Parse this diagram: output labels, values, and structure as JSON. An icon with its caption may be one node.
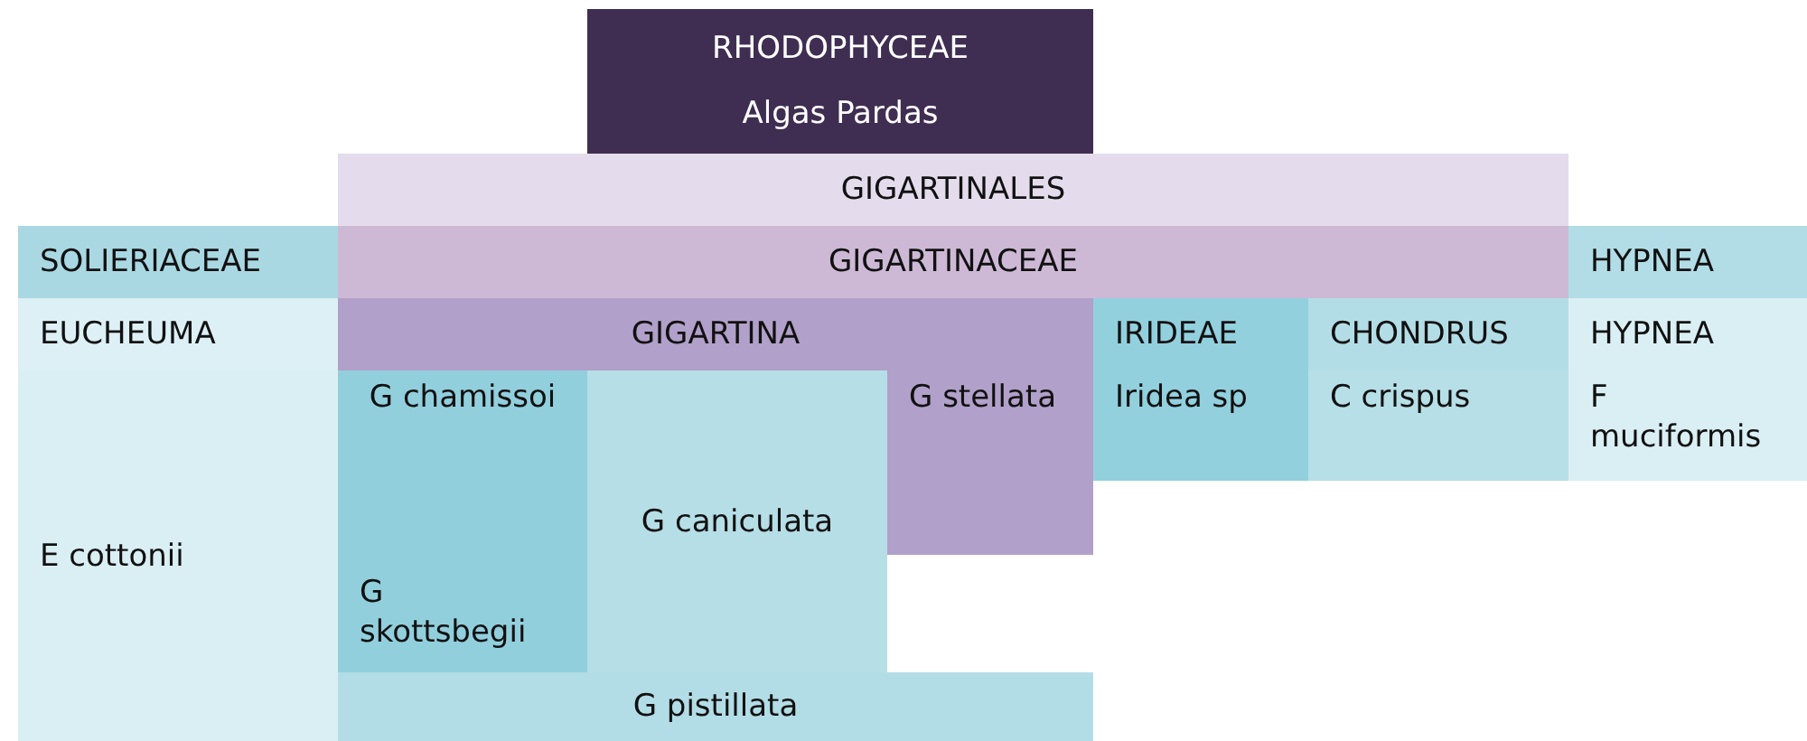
{
  "diagram": {
    "nodes": [
      {
        "text": [
          "RHODOPHYCEAE",
          "Algas Pardas"
        ]
      },
      {
        "text": [
          "GIGARTINALES"
        ]
      },
      {
        "text": [
          "SOLIERIACEAE"
        ]
      },
      {
        "text": [
          "GIGARTINACEAE"
        ]
      },
      {
        "text": [
          "HYPNEA"
        ]
      },
      {
        "text": [
          "EUCHEUMA"
        ]
      },
      {
        "text": [
          "GIGARTINA"
        ]
      },
      {
        "text": [
          "IRIDEAE"
        ]
      },
      {
        "text": [
          "CHONDRUS"
        ]
      },
      {
        "text": [
          "HYPNEA"
        ]
      },
      {
        "text": [
          "G chamissoi"
        ]
      },
      {
        "text": [
          "G caniculata"
        ]
      },
      {
        "text": [
          "G stellata"
        ]
      },
      {
        "text": [
          "Iridea sp"
        ]
      },
      {
        "text": [
          "C crispus"
        ]
      },
      {
        "text": [
          "F muciformis"
        ]
      },
      {
        "text": [
          "E cottonii"
        ]
      },
      {
        "text": [
          "G skottsbegii"
        ]
      },
      {
        "text": [
          "G pistillata"
        ]
      }
    ]
  }
}
